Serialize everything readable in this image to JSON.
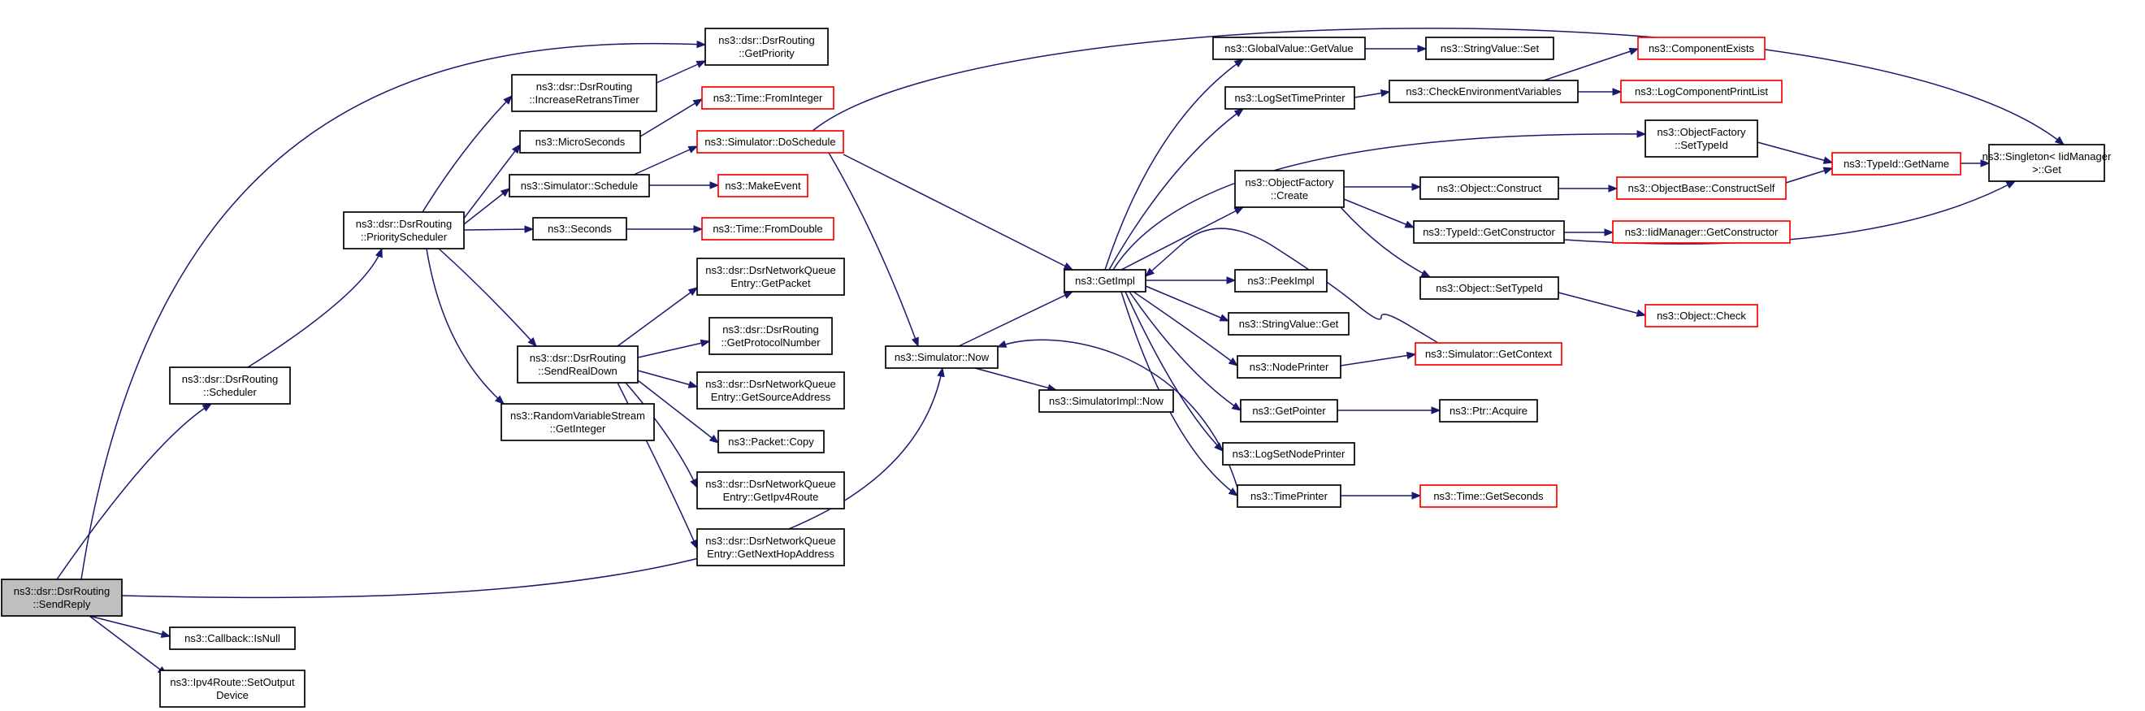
{
  "graph": {
    "colors": {
      "edge": "#191970",
      "normal_border": "#000000",
      "truncated_border": "#ff0000",
      "root_fill": "#bfbfbf",
      "node_fill": "#ffffff"
    },
    "nodes": [
      {
        "id": "SendReply",
        "lines": [
          "ns3::dsr::DsrRouting",
          "::SendReply"
        ],
        "style": "root"
      },
      {
        "id": "GetPriority",
        "lines": [
          "ns3::dsr::DsrRouting",
          "::GetPriority"
        ],
        "style": "normal"
      },
      {
        "id": "IncreaseRetransTimer",
        "lines": [
          "ns3::dsr::DsrRouting",
          "::IncreaseRetransTimer"
        ],
        "style": "normal"
      },
      {
        "id": "MicroSeconds",
        "lines": [
          "ns3::MicroSeconds"
        ],
        "style": "normal"
      },
      {
        "id": "SimSchedule",
        "lines": [
          "ns3::Simulator::Schedule"
        ],
        "style": "normal"
      },
      {
        "id": "Seconds",
        "lines": [
          "ns3::Seconds"
        ],
        "style": "normal"
      },
      {
        "id": "PriorityScheduler",
        "lines": [
          "ns3::dsr::DsrRouting",
          "::PriorityScheduler"
        ],
        "style": "normal"
      },
      {
        "id": "TimeFromInteger",
        "lines": [
          "ns3::Time::FromInteger"
        ],
        "style": "truncated"
      },
      {
        "id": "DoSchedule",
        "lines": [
          "ns3::Simulator::DoSchedule"
        ],
        "style": "truncated"
      },
      {
        "id": "MakeEvent",
        "lines": [
          "ns3::MakeEvent"
        ],
        "style": "truncated"
      },
      {
        "id": "TimeFromDouble",
        "lines": [
          "ns3::Time::FromDouble"
        ],
        "style": "truncated"
      },
      {
        "id": "GetPacket",
        "lines": [
          "ns3::dsr::DsrNetworkQueue",
          "Entry::GetPacket"
        ],
        "style": "normal"
      },
      {
        "id": "GetProtocolNumber",
        "lines": [
          "ns3::dsr::DsrRouting",
          "::GetProtocolNumber"
        ],
        "style": "normal"
      },
      {
        "id": "SendRealDown",
        "lines": [
          "ns3::dsr::DsrRouting",
          "::SendRealDown"
        ],
        "style": "normal"
      },
      {
        "id": "GetSourceAddress",
        "lines": [
          "ns3::dsr::DsrNetworkQueue",
          "Entry::GetSourceAddress"
        ],
        "style": "normal"
      },
      {
        "id": "Scheduler",
        "lines": [
          "ns3::dsr::DsrRouting",
          "::Scheduler"
        ],
        "style": "normal"
      },
      {
        "id": "GetInteger",
        "lines": [
          "ns3::RandomVariableStream",
          "::GetInteger"
        ],
        "style": "normal"
      },
      {
        "id": "PacketCopy",
        "lines": [
          "ns3::Packet::Copy"
        ],
        "style": "normal"
      },
      {
        "id": "GetIpv4Route",
        "lines": [
          "ns3::dsr::DsrNetworkQueue",
          "Entry::GetIpv4Route"
        ],
        "style": "normal"
      },
      {
        "id": "GetNextHopAddress",
        "lines": [
          "ns3::dsr::DsrNetworkQueue",
          "Entry::GetNextHopAddress"
        ],
        "style": "normal"
      },
      {
        "id": "CallbackIsNull",
        "lines": [
          "ns3::Callback::IsNull"
        ],
        "style": "normal"
      },
      {
        "id": "SetOutputDevice",
        "lines": [
          "ns3::Ipv4Route::SetOutput",
          "Device"
        ],
        "style": "normal"
      },
      {
        "id": "SimNow",
        "lines": [
          "ns3::Simulator::Now"
        ],
        "style": "normal"
      },
      {
        "id": "SimImplNow",
        "lines": [
          "ns3::SimulatorImpl::Now"
        ],
        "style": "normal"
      },
      {
        "id": "GetImpl",
        "lines": [
          "ns3::GetImpl"
        ],
        "style": "normal"
      },
      {
        "id": "GlobalValueGetValue",
        "lines": [
          "ns3::GlobalValue::GetValue"
        ],
        "style": "normal"
      },
      {
        "id": "LogSetTimePrinter",
        "lines": [
          "ns3::LogSetTimePrinter"
        ],
        "style": "normal"
      },
      {
        "id": "ObjectFactoryCreate",
        "lines": [
          "ns3::ObjectFactory",
          "::Create"
        ],
        "style": "normal"
      },
      {
        "id": "PeekImpl",
        "lines": [
          "ns3::PeekImpl"
        ],
        "style": "normal"
      },
      {
        "id": "StringValueGet",
        "lines": [
          "ns3::StringValue::Get"
        ],
        "style": "normal"
      },
      {
        "id": "NodePrinter",
        "lines": [
          "ns3::NodePrinter"
        ],
        "style": "normal"
      },
      {
        "id": "GetPointer",
        "lines": [
          "ns3::GetPointer"
        ],
        "style": "normal"
      },
      {
        "id": "LogSetNodePrinter",
        "lines": [
          "ns3::LogSetNodePrinter"
        ],
        "style": "normal"
      },
      {
        "id": "TimePrinter",
        "lines": [
          "ns3::TimePrinter"
        ],
        "style": "normal"
      },
      {
        "id": "StringValueSet",
        "lines": [
          "ns3::StringValue::Set"
        ],
        "style": "normal"
      },
      {
        "id": "CheckEnvVars",
        "lines": [
          "ns3::CheckEnvironmentVariables"
        ],
        "style": "normal"
      },
      {
        "id": "ObjectConstruct",
        "lines": [
          "ns3::Object::Construct"
        ],
        "style": "normal"
      },
      {
        "id": "TypeIdGetConstructor",
        "lines": [
          "ns3::TypeId::GetConstructor"
        ],
        "style": "normal"
      },
      {
        "id": "ObjectSetTypeId",
        "lines": [
          "ns3::Object::SetTypeId"
        ],
        "style": "normal"
      },
      {
        "id": "SimGetContext",
        "lines": [
          "ns3::Simulator::GetContext"
        ],
        "style": "truncated"
      },
      {
        "id": "PtrAcquire",
        "lines": [
          "ns3::Ptr::Acquire"
        ],
        "style": "normal"
      },
      {
        "id": "TimeGetSeconds",
        "lines": [
          "ns3::Time::GetSeconds"
        ],
        "style": "truncated"
      },
      {
        "id": "ComponentExists",
        "lines": [
          "ns3::ComponentExists"
        ],
        "style": "truncated"
      },
      {
        "id": "LogComponentPrintList",
        "lines": [
          "ns3::LogComponentPrintList"
        ],
        "style": "truncated"
      },
      {
        "id": "ObjectFactorySetTypeId",
        "lines": [
          "ns3::ObjectFactory",
          "::SetTypeId"
        ],
        "style": "normal"
      },
      {
        "id": "ObjectBaseConstructSelf",
        "lines": [
          "ns3::ObjectBase::ConstructSelf"
        ],
        "style": "truncated"
      },
      {
        "id": "IidManagerGetConstructor",
        "lines": [
          "ns3::IidManager::GetConstructor"
        ],
        "style": "truncated"
      },
      {
        "id": "ObjectCheck",
        "lines": [
          "ns3::Object::Check"
        ],
        "style": "truncated"
      },
      {
        "id": "TypeIdGetName",
        "lines": [
          "ns3::TypeId::GetName"
        ],
        "style": "truncated"
      },
      {
        "id": "SingletonGet",
        "lines": [
          "ns3::Singleton< IidManager",
          " >::Get"
        ],
        "style": "normal"
      }
    ],
    "edges": [
      [
        "SendReply",
        "GetPriority"
      ],
      [
        "SendReply",
        "Scheduler"
      ],
      [
        "SendReply",
        "SimNow"
      ],
      [
        "SendReply",
        "CallbackIsNull"
      ],
      [
        "SendReply",
        "SetOutputDevice"
      ],
      [
        "Scheduler",
        "PriorityScheduler"
      ],
      [
        "PriorityScheduler",
        "IncreaseRetransTimer"
      ],
      [
        "PriorityScheduler",
        "MicroSeconds"
      ],
      [
        "PriorityScheduler",
        "SimSchedule"
      ],
      [
        "PriorityScheduler",
        "Seconds"
      ],
      [
        "PriorityScheduler",
        "SendRealDown"
      ],
      [
        "PriorityScheduler",
        "GetInteger"
      ],
      [
        "IncreaseRetransTimer",
        "GetPriority"
      ],
      [
        "MicroSeconds",
        "TimeFromInteger"
      ],
      [
        "SimSchedule",
        "DoSchedule"
      ],
      [
        "SimSchedule",
        "MakeEvent"
      ],
      [
        "Seconds",
        "TimeFromDouble"
      ],
      [
        "SendRealDown",
        "GetPacket"
      ],
      [
        "SendRealDown",
        "GetProtocolNumber"
      ],
      [
        "SendRealDown",
        "GetSourceAddress"
      ],
      [
        "SendRealDown",
        "PacketCopy"
      ],
      [
        "SendRealDown",
        "GetIpv4Route"
      ],
      [
        "SendRealDown",
        "GetNextHopAddress"
      ],
      [
        "DoSchedule",
        "GetImpl"
      ],
      [
        "DoSchedule",
        "SimNow"
      ],
      [
        "DoSchedule",
        "SingletonGet"
      ],
      [
        "SimNow",
        "GetImpl"
      ],
      [
        "SimNow",
        "SimImplNow"
      ],
      [
        "GetImpl",
        "GlobalValueGetValue"
      ],
      [
        "GetImpl",
        "LogSetTimePrinter"
      ],
      [
        "GetImpl",
        "ObjectFactorySetTypeId"
      ],
      [
        "GetImpl",
        "ObjectFactoryCreate"
      ],
      [
        "GetImpl",
        "PeekImpl"
      ],
      [
        "GetImpl",
        "StringValueGet"
      ],
      [
        "GetImpl",
        "NodePrinter"
      ],
      [
        "GetImpl",
        "GetPointer"
      ],
      [
        "GetImpl",
        "LogSetNodePrinter"
      ],
      [
        "GetImpl",
        "TimePrinter"
      ],
      [
        "GlobalValueGetValue",
        "StringValueSet"
      ],
      [
        "LogSetTimePrinter",
        "CheckEnvVars"
      ],
      [
        "CheckEnvVars",
        "ComponentExists"
      ],
      [
        "CheckEnvVars",
        "LogComponentPrintList"
      ],
      [
        "ObjectFactorySetTypeId",
        "TypeIdGetName"
      ],
      [
        "ObjectFactoryCreate",
        "ObjectConstruct"
      ],
      [
        "ObjectFactoryCreate",
        "TypeIdGetConstructor"
      ],
      [
        "ObjectFactoryCreate",
        "ObjectSetTypeId"
      ],
      [
        "ObjectConstruct",
        "ObjectBaseConstructSelf"
      ],
      [
        "ObjectBaseConstructSelf",
        "TypeIdGetName"
      ],
      [
        "TypeIdGetConstructor",
        "IidManagerGetConstructor"
      ],
      [
        "TypeIdGetConstructor",
        "SingletonGet"
      ],
      [
        "TypeIdGetName",
        "SingletonGet"
      ],
      [
        "ObjectSetTypeId",
        "ObjectCheck"
      ],
      [
        "NodePrinter",
        "SimGetContext"
      ],
      [
        "SimGetContext",
        "GetImpl"
      ],
      [
        "GetPointer",
        "PtrAcquire"
      ],
      [
        "TimePrinter",
        "TimeGetSeconds"
      ],
      [
        "TimePrinter",
        "SimNow"
      ]
    ]
  }
}
